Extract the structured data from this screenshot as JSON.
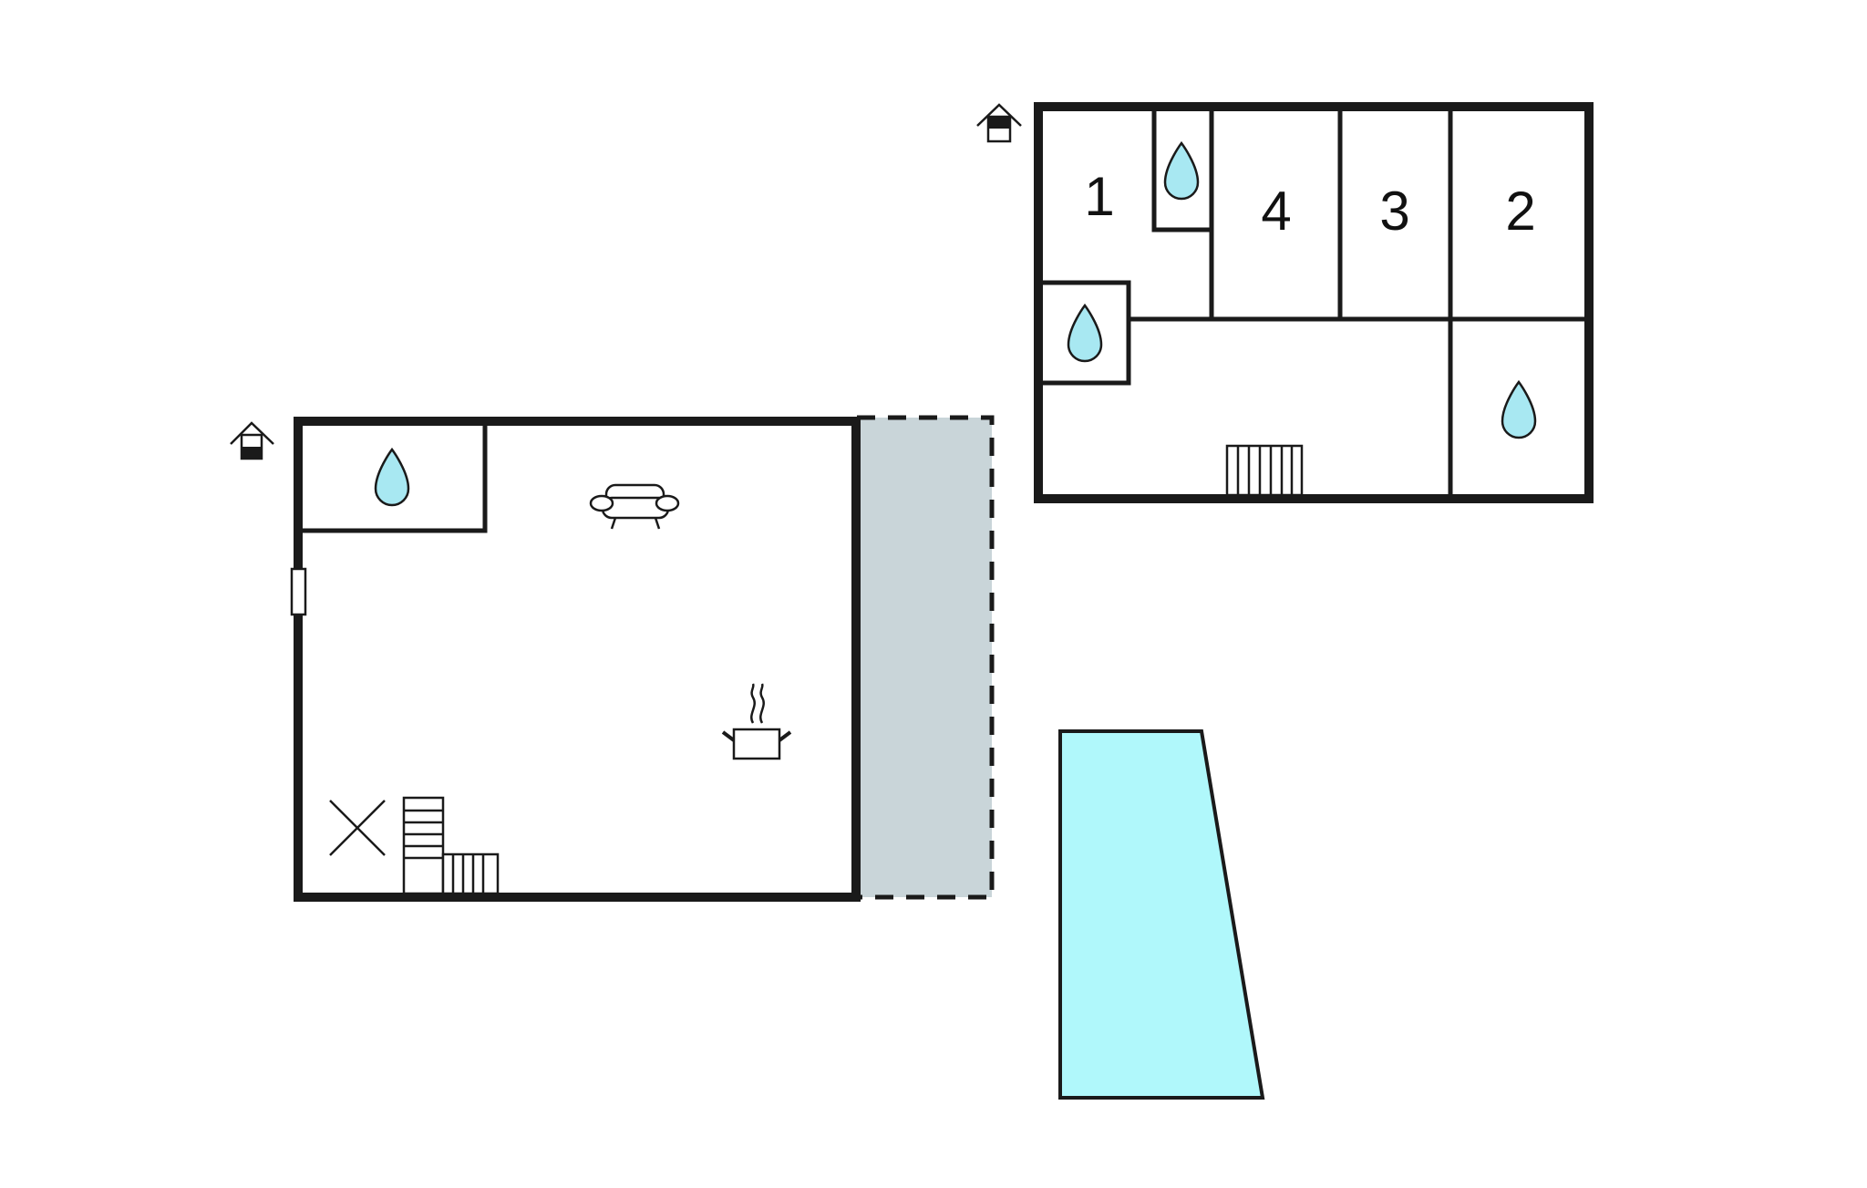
{
  "colors": {
    "water_drop": "#a8e8f2",
    "terrace": "#c9d5d9",
    "pool": "#b0f8fb",
    "walls": "#1a1a1a"
  },
  "upper_floor": {
    "rooms": [
      {
        "label": "1",
        "type": "bedroom"
      },
      {
        "label": "4",
        "type": "bedroom"
      },
      {
        "label": "3",
        "type": "bedroom"
      },
      {
        "label": "2",
        "type": "bedroom"
      }
    ],
    "icons": [
      "house-floor-icon",
      "bathroom-icon",
      "bathroom-icon",
      "bathroom-icon",
      "stairs-icon"
    ]
  },
  "ground_floor": {
    "icons": [
      "house-floor-icon",
      "bathroom-icon",
      "sofa-icon",
      "kitchen-pot-icon",
      "stairs-icon",
      "window-icon",
      "exit-cross-icon"
    ]
  },
  "outdoor": {
    "icons": [
      "terrace-area",
      "swimming-pool"
    ]
  }
}
